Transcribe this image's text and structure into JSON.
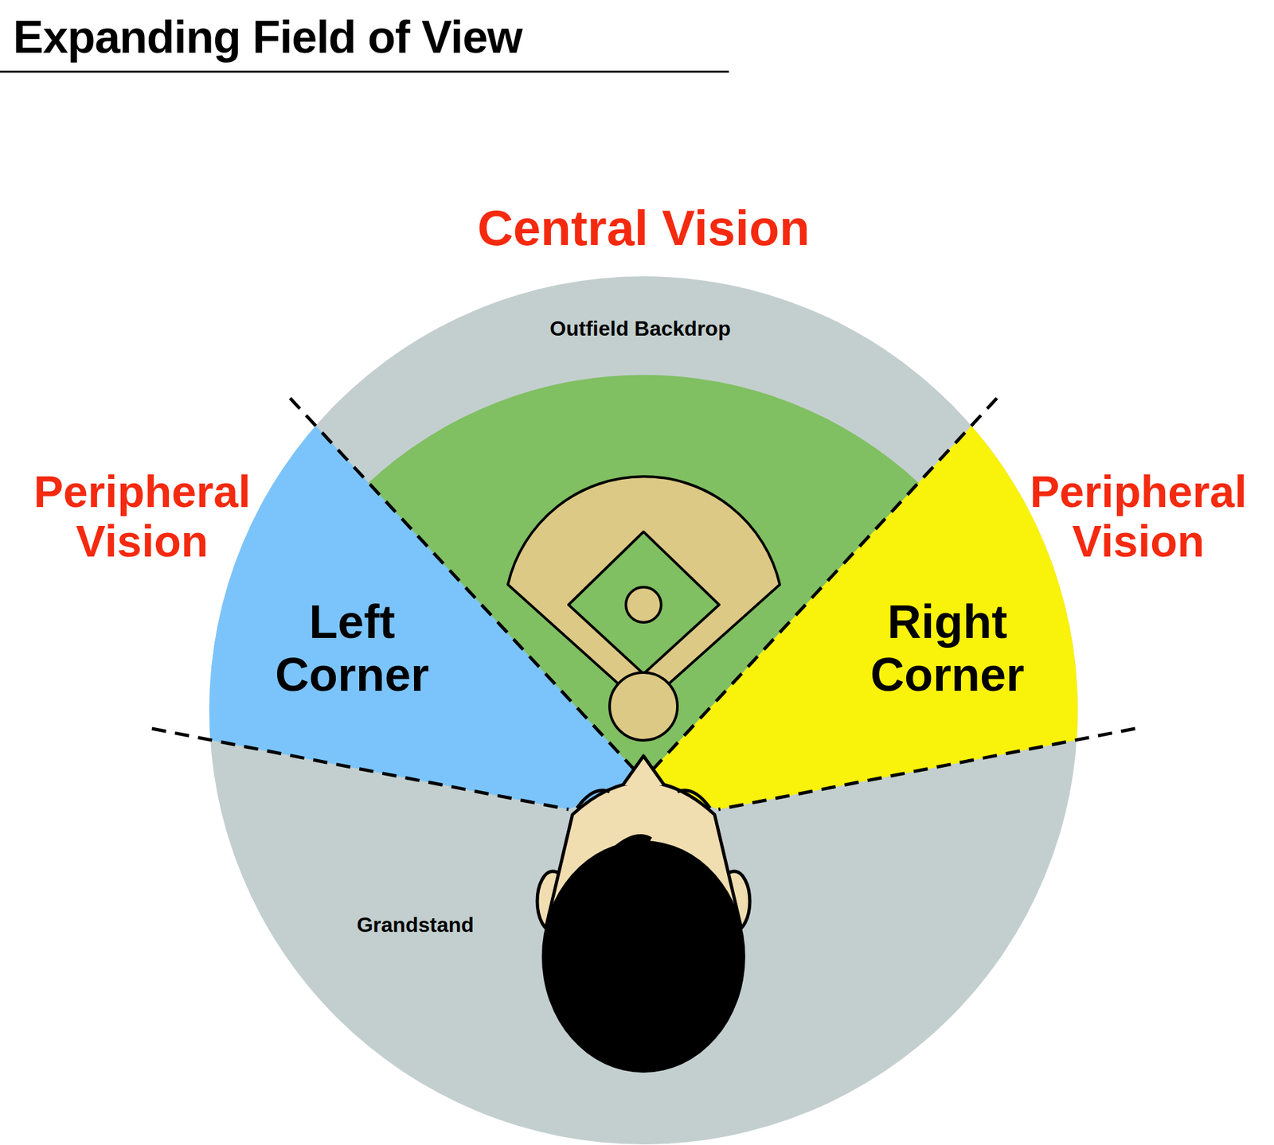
{
  "diagram": {
    "title": "Expanding Field of View",
    "labels": [
      "Central Vision",
      "Outfield Backdrop",
      "Peripheral Vision",
      "Left Corner",
      "Peripheral Vision",
      "Right Corner",
      "Grandstand"
    ]
  }
}
